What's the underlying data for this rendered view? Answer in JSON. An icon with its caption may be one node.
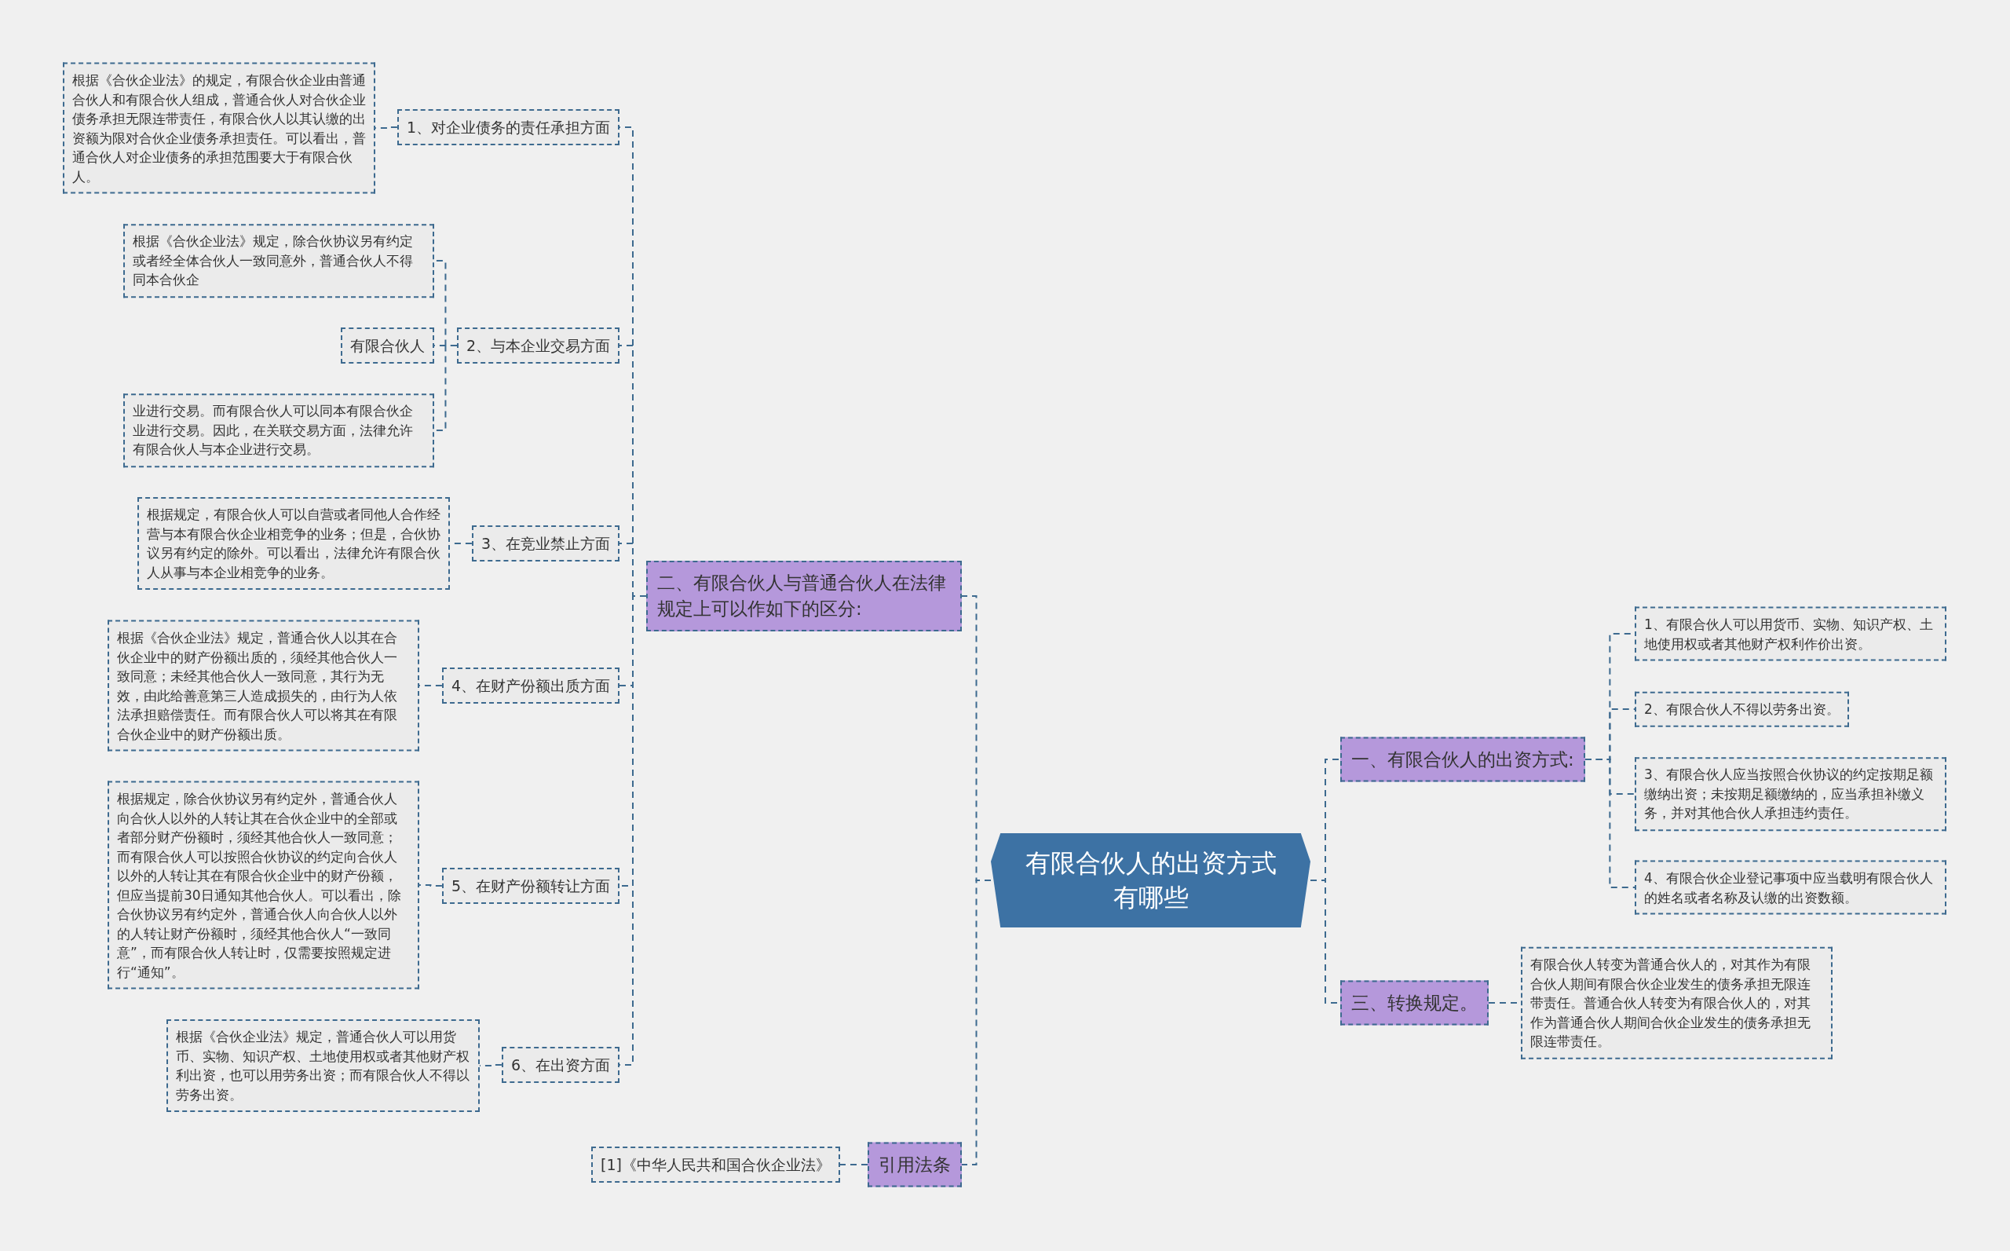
{
  "diagram": {
    "nodes": [
      {
        "text": [
          "有限合伙人的出资方式有哪些"
        ]
      },
      {
        "text": [
          "二、有限合伙人与普通合伙人在法律规定上可以作如下的区分:"
        ]
      },
      {
        "text": [
          "1、对企业债务的责任承担方面"
        ]
      },
      {
        "text": [
          "根据《合伙企业法》的规定，有限合伙企业由普通合伙人和有限合伙人组成，普通合伙人对合伙企业债务承担无限连带责任，有限合伙人以其认缴的出资额为限对合伙企业债务承担责任。可以看出，普通合伙人对企业债务的承担范围要大于有限合伙人。"
        ]
      },
      {
        "text": [
          "2、与本企业交易方面"
        ]
      },
      {
        "text": [
          "根据《合伙企业法》规定，除合伙协议另有约定或者经全体合伙人一致同意外，普通合伙人不得同本合伙企"
        ]
      },
      {
        "text": [
          "有限合伙人"
        ]
      },
      {
        "text": [
          "业进行交易。而有限合伙人可以同本有限合伙企业进行交易。因此，在关联交易方面，法律允许有限合伙人与本企业进行交易。"
        ]
      },
      {
        "text": [
          "3、在竞业禁止方面"
        ]
      },
      {
        "text": [
          "根据规定，有限合伙人可以自营或者同他人合作经营与本有限合伙企业相竞争的业务；但是，合伙协议另有约定的除外。可以看出，法律允许有限合伙人从事与本企业相竞争的业务。"
        ]
      },
      {
        "text": [
          "4、在财产份额出质方面"
        ]
      },
      {
        "text": [
          "根据《合伙企业法》规定，普通合伙人以其在合伙企业中的财产份额出质的，须经其他合伙人一致同意；未经其他合伙人一致同意，其行为无效，由此给善意第三人造成损失的，由行为人依法承担赔偿责任。而有限合伙人可以将其在有限合伙企业中的财产份额出质。"
        ]
      },
      {
        "text": [
          "5、在财产份额转让方面"
        ]
      },
      {
        "text": [
          "根据规定，除合伙协议另有约定外，普通合伙人向合伙人以外的人转让其在合伙企业中的全部或者部分财产份额时，须经其他合伙人一致同意；而有限合伙人可以按照合伙协议的约定向合伙人以外的人转让其在有限合伙企业中的财产份额，但应当提前30日通知其他合伙人。可以看出，除合伙协议另有约定外，普通合伙人向合伙人以外的人转让财产份额时，须经其他合伙人“一致同意”，而有限合伙人转让时，仅需要按照规定进行“通知”。"
        ]
      },
      {
        "text": [
          "6、在出资方面"
        ]
      },
      {
        "text": [
          "根据《合伙企业法》规定，普通合伙人可以用货币、实物、知识产权、土地使用权或者其他财产权利出资，也可以用劳务出资；而有限合伙人不得以劳务出资。"
        ]
      },
      {
        "text": [
          "引用法条"
        ]
      },
      {
        "text": [
          "[1]《中华人民共和国合伙企业法》"
        ]
      },
      {
        "text": [
          "一、有限合伙人的出资方式:"
        ]
      },
      {
        "text": [
          "1、有限合伙人可以用货币、实物、知识产权、土地使用权或者其他财产权利作价出资。"
        ]
      },
      {
        "text": [
          "2、有限合伙人不得以劳务出资。"
        ]
      },
      {
        "text": [
          "3、有限合伙人应当按照合伙协议的约定按期足额缴纳出资；未按期足额缴纳的，应当承担补缴义务，并对其他合伙人承担违约责任。"
        ]
      },
      {
        "text": [
          "4、有限合伙企业登记事项中应当载明有限合伙人的姓名或者名称及认缴的出资数额。"
        ]
      },
      {
        "text": [
          "三、转换规定。"
        ]
      },
      {
        "text": [
          "有限合伙人转变为普通合伙人的，对其作为有限合伙人期间有限合伙企业发生的债务承担无限连带责任。普通合伙人转变为有限合伙人的，对其作为普通合伙人期间合伙企业发生的债务承担无限连带责任。"
        ]
      }
    ],
    "edges": [
      {
        "from": 0,
        "to": 1,
        "arrow": "none"
      },
      {
        "from": 0,
        "to": 16,
        "arrow": "none"
      },
      {
        "from": 0,
        "to": 18,
        "arrow": "none"
      },
      {
        "from": 0,
        "to": 23,
        "arrow": "none"
      },
      {
        "from": 1,
        "to": 2,
        "arrow": "none"
      },
      {
        "from": 1,
        "to": 4,
        "arrow": "none"
      },
      {
        "from": 1,
        "to": 8,
        "arrow": "none"
      },
      {
        "from": 1,
        "to": 10,
        "arrow": "none"
      },
      {
        "from": 1,
        "to": 12,
        "arrow": "none"
      },
      {
        "from": 1,
        "to": 14,
        "arrow": "none"
      },
      {
        "from": 2,
        "to": 3,
        "arrow": "none"
      },
      {
        "from": 4,
        "to": 5,
        "arrow": "none"
      },
      {
        "from": 4,
        "to": 6,
        "arrow": "none"
      },
      {
        "from": 4,
        "to": 7,
        "arrow": "none"
      },
      {
        "from": 8,
        "to": 9,
        "arrow": "none"
      },
      {
        "from": 10,
        "to": 11,
        "arrow": "none"
      },
      {
        "from": 12,
        "to": 13,
        "arrow": "none"
      },
      {
        "from": 14,
        "to": 15,
        "arrow": "none"
      },
      {
        "from": 16,
        "to": 17,
        "arrow": "none"
      },
      {
        "from": 18,
        "to": 19,
        "arrow": "none"
      },
      {
        "from": 18,
        "to": 20,
        "arrow": "none"
      },
      {
        "from": 18,
        "to": 21,
        "arrow": "none"
      },
      {
        "from": 18,
        "to": 22,
        "arrow": "none"
      },
      {
        "from": 23,
        "to": 24,
        "arrow": "none"
      }
    ]
  }
}
